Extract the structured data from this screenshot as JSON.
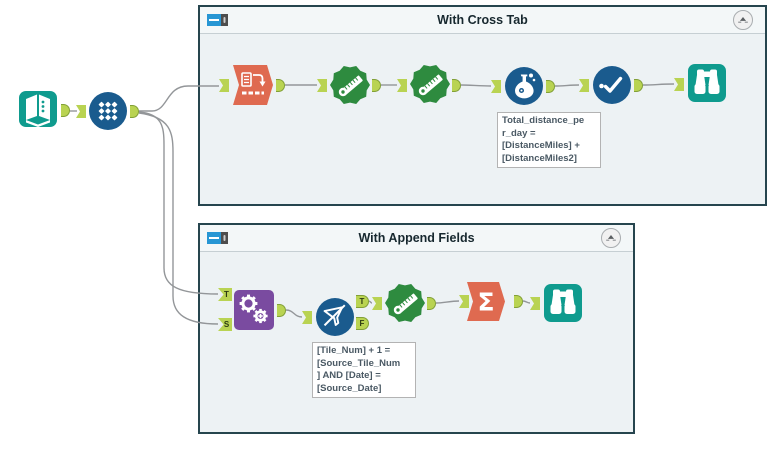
{
  "containers": [
    {
      "title": "With Cross Tab"
    },
    {
      "title": "With Append Fields"
    }
  ],
  "annotations": [
    {
      "text": "Total_distance_pe\nr_day =\n[DistanceMiles] +\n[DistanceMiles2]"
    },
    {
      "text": "[Tile_Num] + 1 =\n[Source_Tile_Num\n] AND [Date] =\n[Source_Date]"
    }
  ],
  "anchor_labels": {
    "append_t": "T",
    "append_s": "S",
    "filter_t": "T",
    "filter_f": "F"
  },
  "glyphs": {
    "summarize_sigma": "Σ"
  },
  "tools": {
    "left": [
      "input-data",
      "tile"
    ],
    "cross_tab_row": [
      "cross-tab",
      "distance",
      "distance",
      "formula",
      "select",
      "browse"
    ],
    "append_row": [
      "append-fields",
      "filter",
      "distance",
      "summarize",
      "browse"
    ]
  },
  "colors": {
    "canvas-bg": "#ffffff",
    "container-border": "#26454e",
    "container-bg": "#edf2f4",
    "container-header-bg": "#f3f7f8",
    "container-divider": "#c6cfd3",
    "title-color": "#17282f",
    "teal": "#0f9b8e",
    "blue": "#1a5b8e",
    "orange": "#df6a50",
    "green": "#2e8b3f",
    "purple": "#7a4ba0",
    "anchor-fill": "#b9d352",
    "anchor-border": "#82a037",
    "anchor-letter": "#2c3a12",
    "wire": "#939699",
    "annotation-border": "#b3b3b3",
    "annotation-text": "#4a5964",
    "annotation-bg": "#ffffff",
    "collapse-bg": "#f1f1f1",
    "collapse-border": "#a9adb0",
    "collapse-glyph": "#5a5e61",
    "header-icon-blue": "#2796d4",
    "header-icon-dark": "#4d4d4d"
  }
}
